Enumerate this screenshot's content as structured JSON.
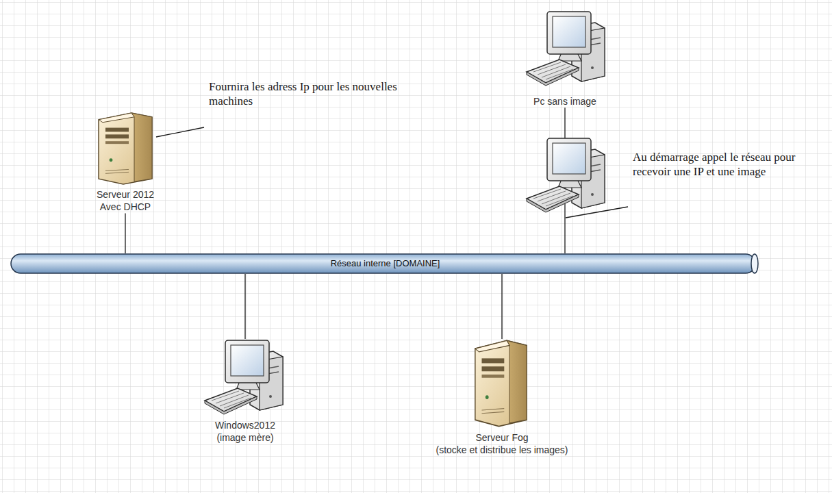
{
  "diagram": {
    "nodes": [
      {
        "text": [
          "Pc sans image"
        ]
      },
      {
        "text": [
          "Serveur 2012",
          "Avec DHCP"
        ]
      },
      {
        "text": [
          "Réseau interne [DOMAINE]"
        ]
      },
      {
        "text": [
          "Windows2012",
          "(image mère)"
        ]
      },
      {
        "text": [
          "Serveur Fog",
          "(stocke et distribue les images)"
        ]
      }
    ],
    "edges": [
      {
        "from": 0,
        "to": 2,
        "arrow": "none"
      },
      {
        "from": 1,
        "to": 2,
        "arrow": "none"
      },
      {
        "from": 3,
        "to": 2,
        "arrow": "none"
      },
      {
        "from": 4,
        "to": 2,
        "arrow": "none"
      }
    ],
    "labels": [
      "Fournira les adress Ip pour les nouvelles machines",
      "Au démarrage appel le réseau pour recevoir une IP et une image"
    ]
  }
}
